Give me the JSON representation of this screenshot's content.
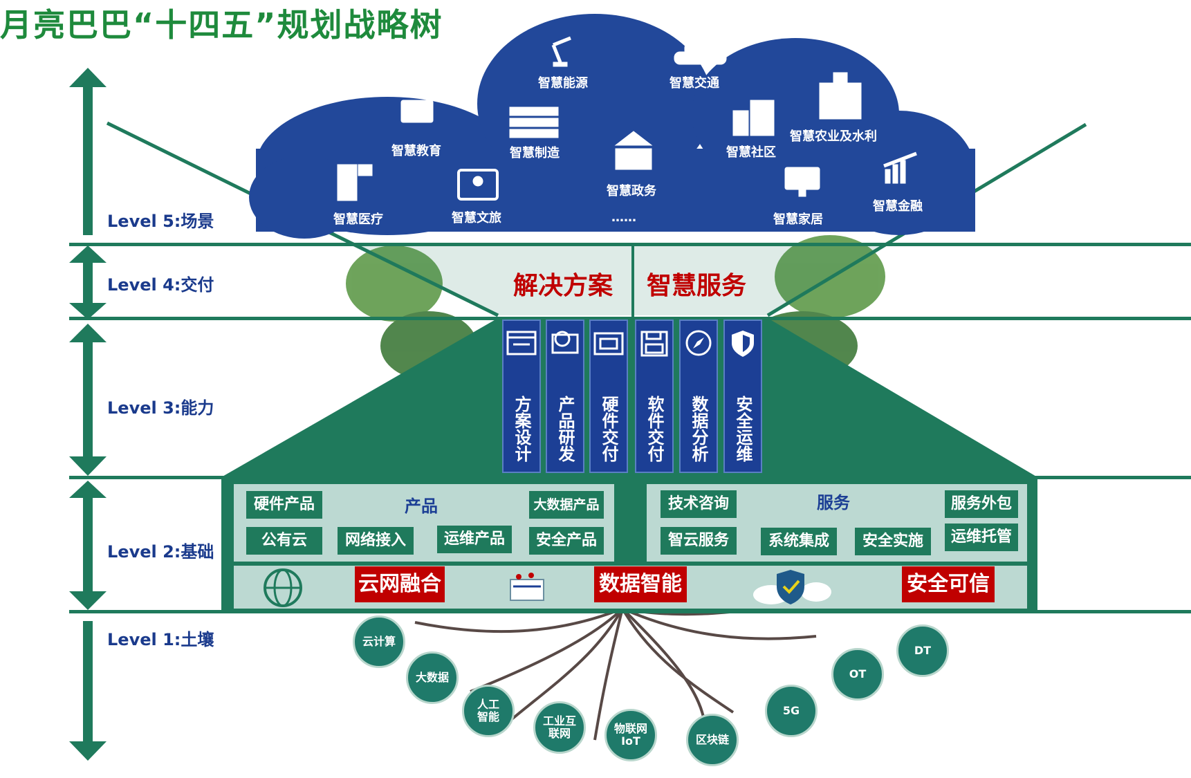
{
  "title": "月亮巴巴“十四五”规划战略树",
  "levels": [
    {
      "label": "Level 5:场景"
    },
    {
      "label": "Level 4:交付"
    },
    {
      "label": "Level 3:能力"
    },
    {
      "label": "Level 2:基础"
    },
    {
      "label": "Level 1:土壤"
    }
  ],
  "scenes": [
    "智慧能源",
    "智慧交通",
    "智慧教育",
    "智慧制造",
    "智慧社区",
    "智慧农业及水利",
    "智慧医疗",
    "智慧文旅",
    "智慧政务",
    "智慧家居",
    "智慧金融",
    "……"
  ],
  "delivery": {
    "left": "解决方案",
    "right": "智慧服务"
  },
  "capabilities": [
    {
      "text": "方案设计",
      "icon": "window-icon"
    },
    {
      "text": "产品研发",
      "icon": "globe-screen-icon"
    },
    {
      "text": "硬件交付",
      "icon": "frame-icon"
    },
    {
      "text": "软件交付",
      "icon": "floppy-icon"
    },
    {
      "text": "数据分析",
      "icon": "compass-icon"
    },
    {
      "text": "安全运维",
      "icon": "shield-icon"
    }
  ],
  "foundation": {
    "products_title": "产品",
    "products": [
      "硬件产品",
      "大数据产品",
      "公有云",
      "网络接入",
      "运维产品",
      "安全产品"
    ],
    "services_title": "服务",
    "services": [
      "技术咨询",
      "服务外包",
      "智云服务",
      "系统集成",
      "安全实施",
      "运维托管"
    ],
    "pillars": [
      "云网融合",
      "数据智能",
      "安全可信"
    ]
  },
  "soil": [
    "云计算",
    "大数据",
    "人工智能",
    "工业互联网",
    "物联网IoT",
    "区块链",
    "5G",
    "OT",
    "DT"
  ],
  "colors": {
    "green": "#1f7a5c",
    "navy": "#1c3f95",
    "red": "#c00000",
    "title_green": "#1e8a3c"
  }
}
